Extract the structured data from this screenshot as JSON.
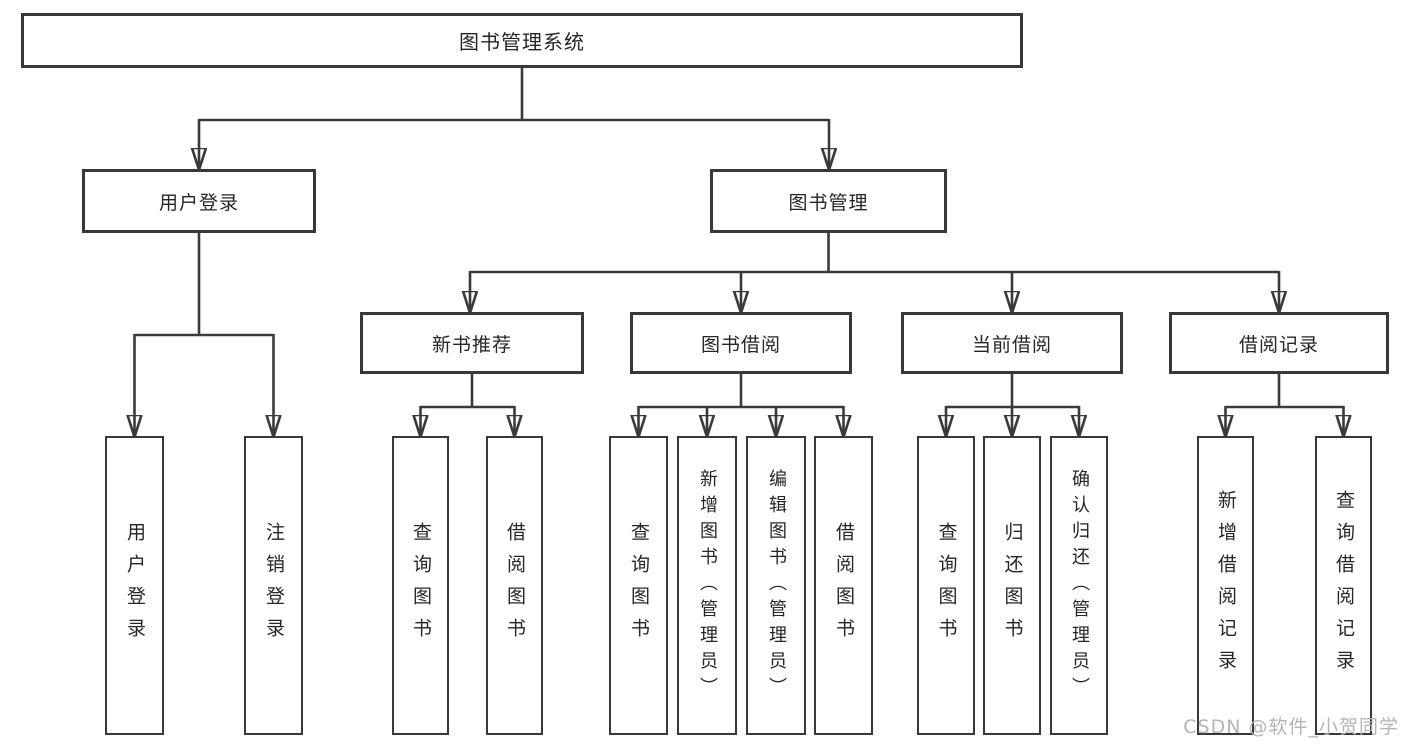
{
  "tree": {
    "root": "图书管理系统",
    "children": [
      {
        "label": "用户登录",
        "children": [
          "用户登录",
          "注销登录"
        ]
      },
      {
        "label": "图书管理",
        "children": [
          {
            "label": "新书推荐",
            "children": [
              "查询图书",
              "借阅图书"
            ]
          },
          {
            "label": "图书借阅",
            "children": [
              "查询图书",
              "新增图书（管理员）",
              "编辑图书（管理员）",
              "借阅图书"
            ]
          },
          {
            "label": "当前借阅",
            "children": [
              "查询图书",
              "归还图书",
              "确认归还（管理员）"
            ]
          },
          {
            "label": "借阅记录",
            "children": [
              "新增借阅记录",
              "查询借阅记录"
            ]
          }
        ]
      }
    ]
  },
  "watermark": {
    "text": "CSDN @软件_小贺同学"
  },
  "colors": {
    "line": "#3a3a3a",
    "box_border": "#383838",
    "text": "#262626",
    "background": "#ffffff",
    "watermark": "#b5b5b5"
  }
}
